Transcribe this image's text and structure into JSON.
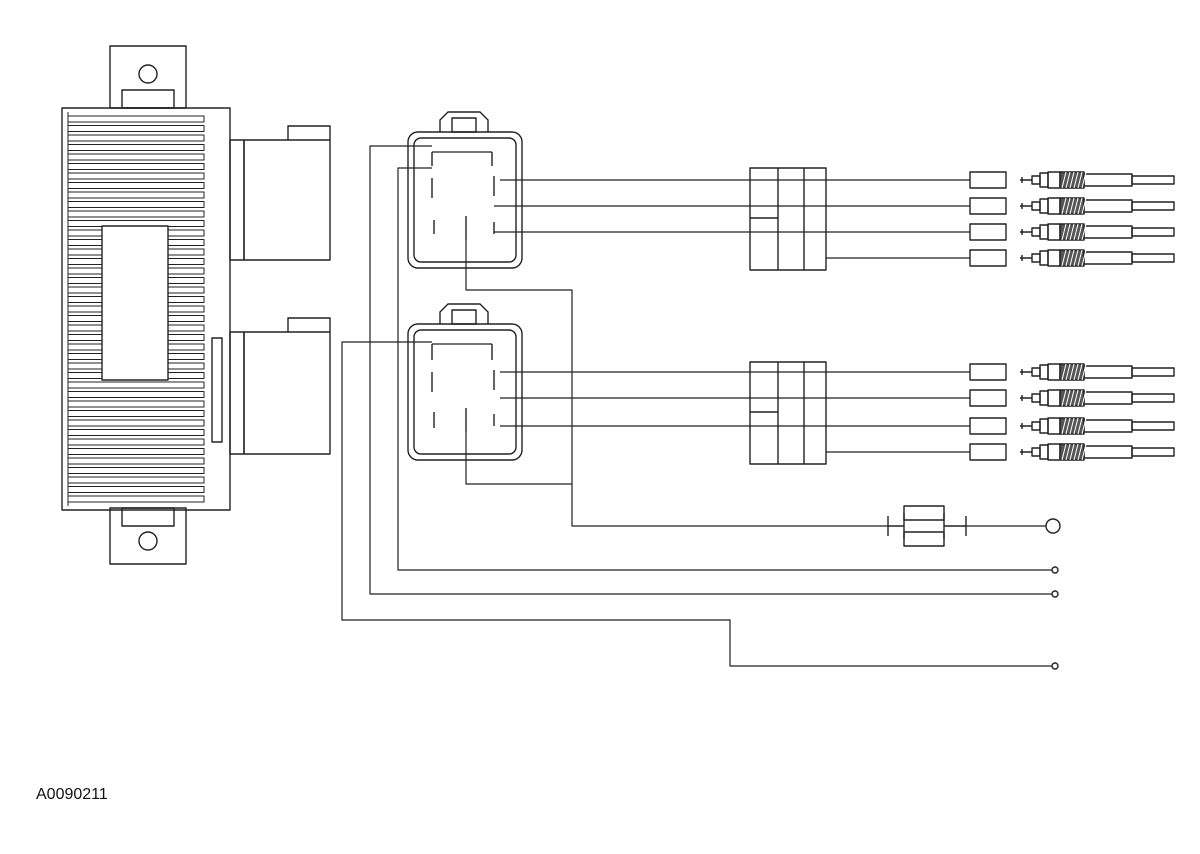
{
  "figure_id": "A0090211",
  "components": {
    "control_module": {
      "connectors": 2
    },
    "relays": 2,
    "in_line_connectors": 2,
    "glow_plugs": 8,
    "fuse_link": 1,
    "output_terminals": 4
  },
  "colors": {
    "line": "#222222",
    "background": "#ffffff"
  }
}
